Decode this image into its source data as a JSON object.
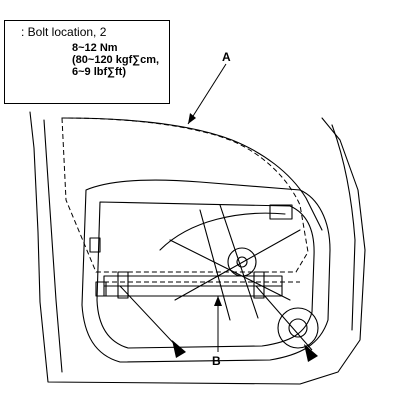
{
  "legend": {
    "marker_label": ": Bolt location, 2",
    "torque_lines": [
      "8~12 Nm",
      "(80~120 kgf∑cm,",
      "6~9 lbf∑ft)"
    ]
  },
  "callouts": {
    "a": "A",
    "b": "B"
  },
  "icons": {
    "marker": "triangle-arrow-icon",
    "bolt": "bolt-icon"
  },
  "colors": {
    "line": "#000000",
    "background": "#ffffff"
  }
}
